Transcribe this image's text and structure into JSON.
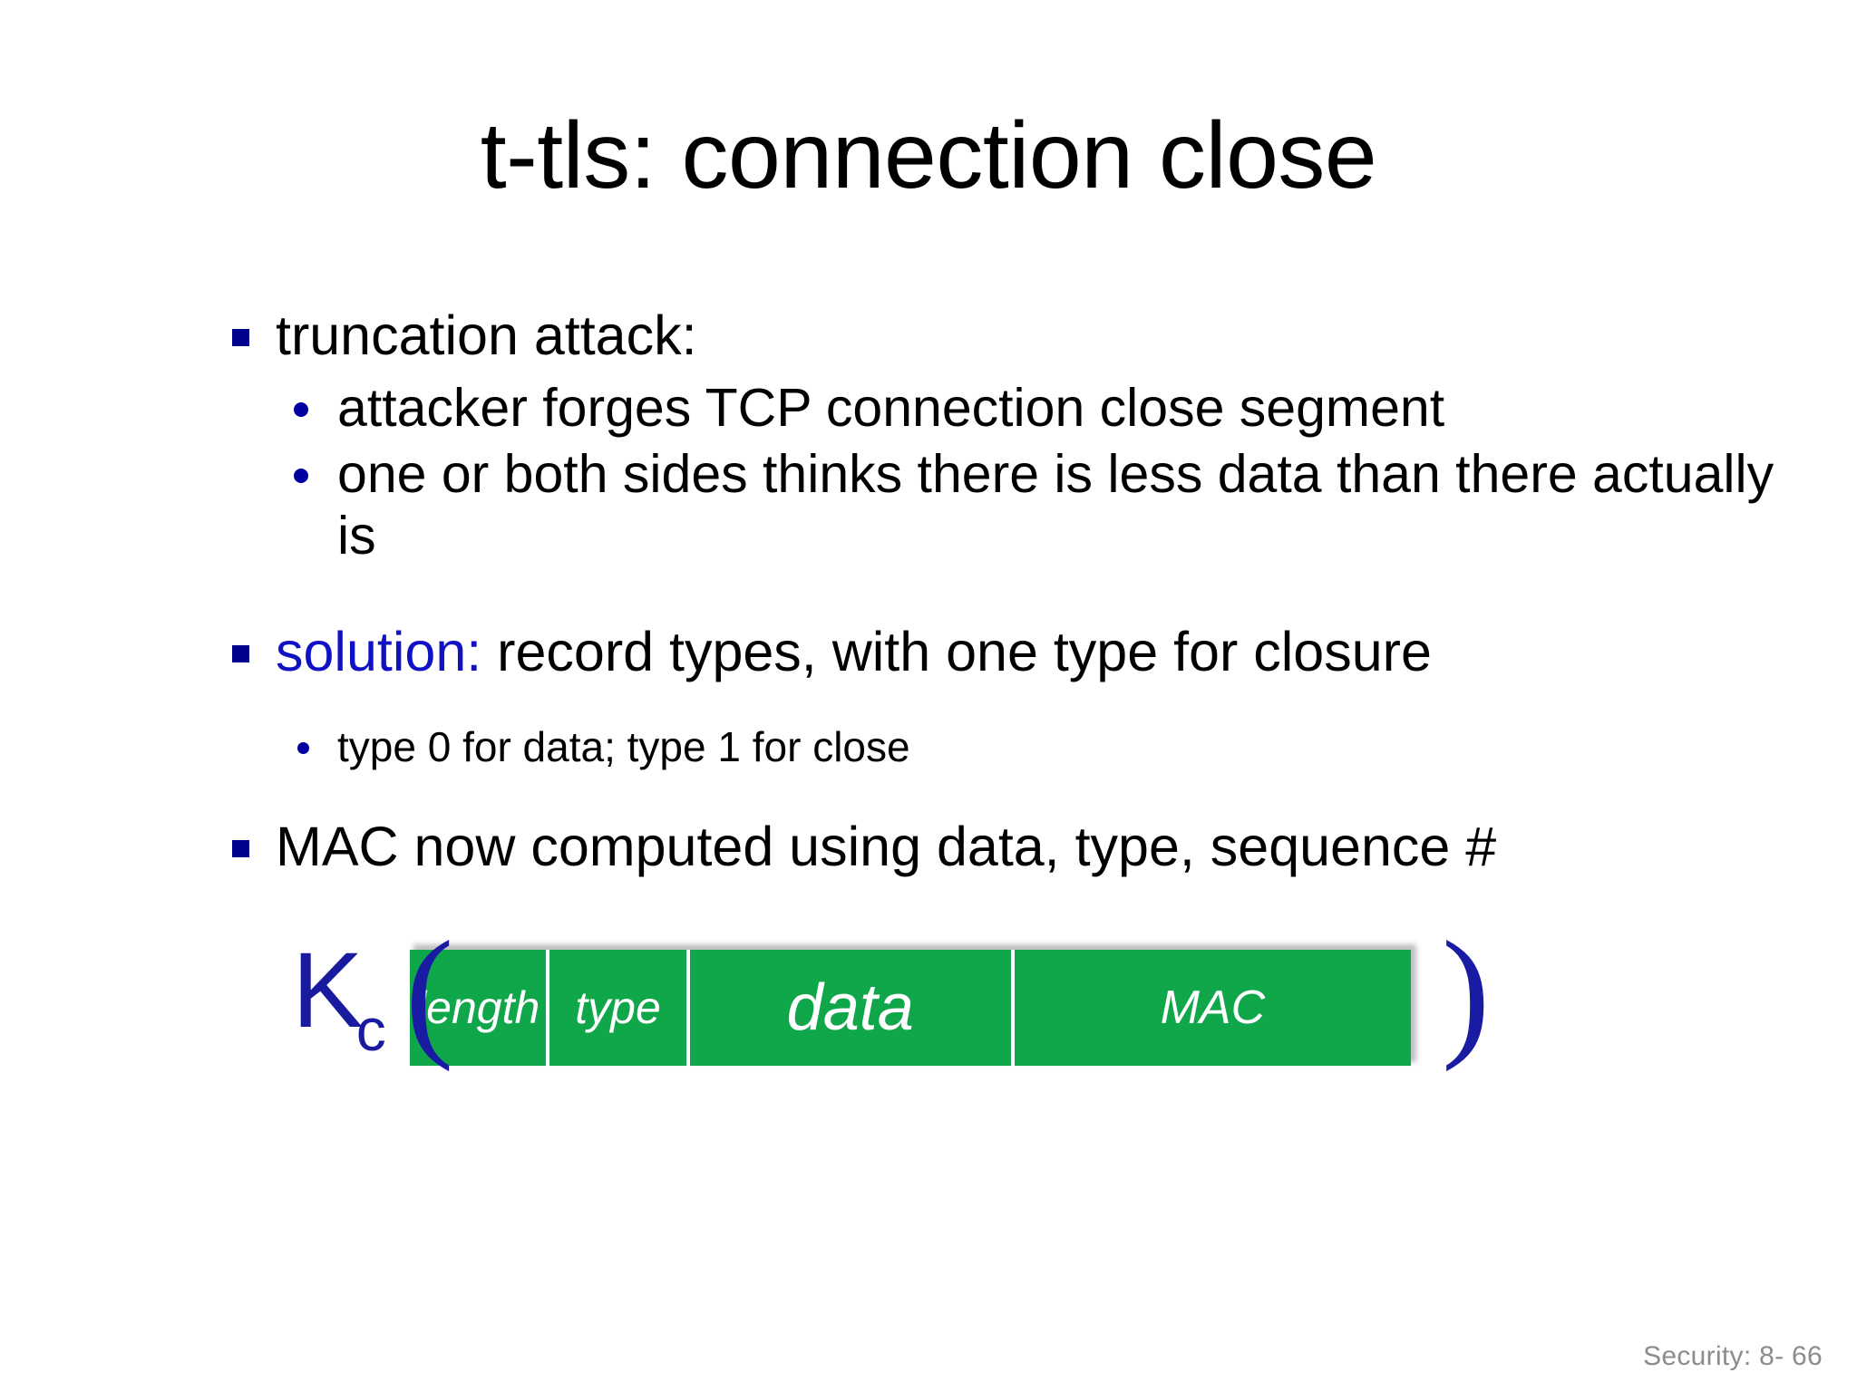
{
  "slide": {
    "title": "t-tls: connection close",
    "background_color": "#ffffff",
    "accent_color": "#1111c4",
    "bullet_square_color": "#00008f",
    "bullet_round_color": "#0000a0",
    "record_green": "#10A74B",
    "key_blue": "#1a1a9e",
    "footer_color": "#8c8c8c"
  },
  "content": {
    "b1": {
      "text": "truncation attack:"
    },
    "b1_subs": [
      {
        "text": "attacker forges TCP connection close segment"
      },
      {
        "text": "one or both sides thinks there is less data than there actually is"
      }
    ],
    "b2": {
      "accent": "solution:",
      "rest": " record types, with one type for closure"
    },
    "b2_subs": [
      {
        "text": "type 0 for data; type 1 for close"
      }
    ],
    "b3": {
      "text": "MAC now computed using data, type, sequence #"
    }
  },
  "record_figure": {
    "key_letter": "K",
    "key_subscript": "c",
    "paren_open": "(",
    "paren_close": ")",
    "cells": [
      {
        "label": "length"
      },
      {
        "label": "type"
      },
      {
        "label": "data"
      },
      {
        "label": "MAC"
      }
    ]
  },
  "footer": {
    "text": "Security: 8- 66"
  }
}
